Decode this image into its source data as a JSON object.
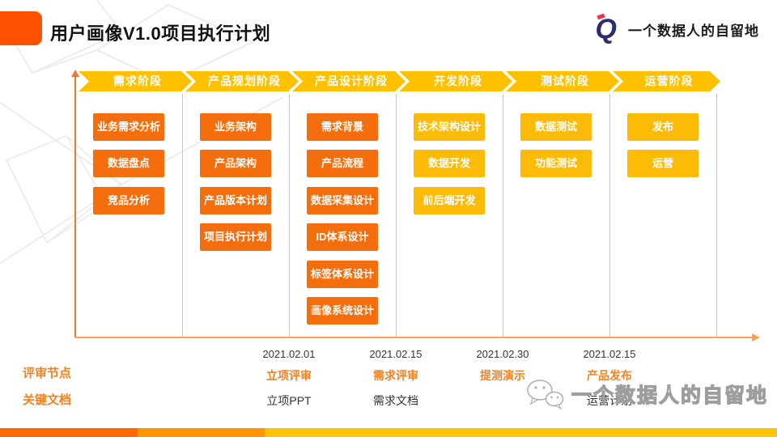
{
  "header": {
    "title": "用户画像V1.0项目执行计划"
  },
  "brand": {
    "letter": "Q",
    "name": "一个数据人的自留地"
  },
  "phases": [
    {
      "label": "需求阶段",
      "tasks": [
        "业务需求分析",
        "数据盘点",
        "竞品分析"
      ]
    },
    {
      "label": "产品规划阶段",
      "tasks": [
        "业务架构",
        "产品架构",
        "产品版本计划",
        "项目执行计划"
      ]
    },
    {
      "label": "产品设计阶段",
      "tasks": [
        "需求背景",
        "产品流程",
        "数据采集设计",
        "ID体系设计",
        "标签体系设计",
        "画像系统设计"
      ]
    },
    {
      "label": "开发阶段",
      "tasks": [
        "技术架构设计",
        "数据开发",
        "前后端开发"
      ]
    },
    {
      "label": "测试阶段",
      "tasks": [
        "数据测试",
        "功能测试"
      ]
    },
    {
      "label": "运营阶段",
      "tasks": [
        "发布",
        "运营"
      ]
    }
  ],
  "timeline": {
    "review_row_label": "评审节点",
    "document_row_label": "关键文档",
    "milestones": [
      {
        "date": "2021.02.01",
        "review": "立项评审",
        "document": "立项PPT"
      },
      {
        "date": "2021.02.15",
        "review": "需求评审",
        "document": "需求文档"
      },
      {
        "date": "2021.02.30",
        "review": "提测演示",
        "document": ""
      },
      {
        "date": "2021.02.15",
        "review": "产品发布",
        "document": "运营计划"
      }
    ]
  },
  "watermark": {
    "name": "一个数据人的自留地"
  },
  "colors": {
    "title_block": "#FF5101",
    "arrow_gold": "#FFC000",
    "task_orange": "#F56E0E",
    "task_gold": "#FBBB07",
    "divider": "#F9BA7D",
    "axis_v": "#F5762E",
    "axis_h": "#F8A058",
    "review_orange": "#F58220",
    "navy": "#2B2D6E",
    "bar_seg1": "#FF6A00",
    "bar_seg2": "#FF9500",
    "bar_seg3": "#FFC40A"
  }
}
